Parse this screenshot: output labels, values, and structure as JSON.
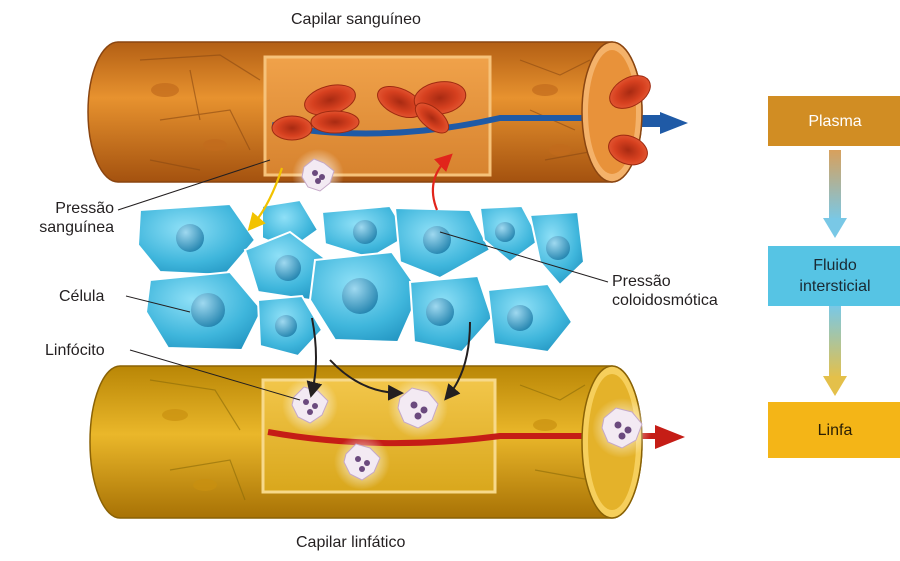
{
  "labels": {
    "blood_capillary": "Capilar sanguíneo",
    "lymph_capillary": "Capilar linfático",
    "blood_pressure_line1": "Pressão",
    "blood_pressure_line2": "sanguínea",
    "cell": "Célula",
    "lymphocyte": "Linfócito",
    "colloid_pressure_line1": "Pressão",
    "colloid_pressure_line2": "coloidosmótica"
  },
  "flow": {
    "plasma": "Plasma",
    "interstitial_line1": "Fluido",
    "interstitial_line2": "intersticial",
    "lymph": "Linfa"
  },
  "colors": {
    "blood_vessel": "#d9822b",
    "lymph_vessel": "#e3a90e",
    "cells": "#3fb6dc",
    "red_blood_cell": "#d6401f",
    "plasma_box": "#d18d23",
    "interstitial_box": "#56c4e4",
    "lymph_box": "#f4b517"
  }
}
